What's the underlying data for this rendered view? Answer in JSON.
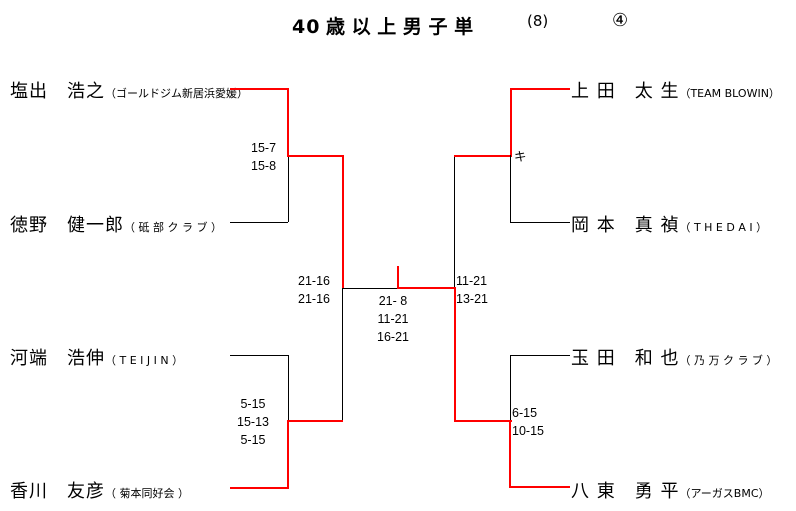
{
  "title": "40 歳 以 上 男 子 単",
  "draw_number": "(8)",
  "bracket_number": "④",
  "players": {
    "left": [
      {
        "name": "塩出　浩之",
        "club": "（ゴールドジム新居浜愛媛）"
      },
      {
        "name": "徳野　健一郎",
        "club": "（ 砥 部 ク ラ ブ ）"
      },
      {
        "name": "河端　浩伸",
        "club": "（ T E I J I N ）"
      },
      {
        "name": "香川　友彦",
        "club": "（ 菊本同好会 ）"
      }
    ],
    "right": [
      {
        "name": "上 田　太 生",
        "club": "（TEAM BLOWIN）"
      },
      {
        "name": "岡 本　真 禎",
        "club": "（ T H E  D A I ）"
      },
      {
        "name": "玉 田　和 也",
        "club": "（ 乃 万 ク ラ ブ ）"
      },
      {
        "name": "八 東　勇 平",
        "club": "（アーガスBMC）"
      }
    ]
  },
  "scores": {
    "left_top": [
      "15-7",
      "15-8"
    ],
    "left_bottom": [
      "5-15",
      "15-13",
      "5-15"
    ],
    "left_semi": [
      "21-16",
      "21-16"
    ],
    "right_top": "キ",
    "right_bottom": [
      "6-15",
      "10-15"
    ],
    "right_semi": [
      "11-21",
      "13-21"
    ],
    "final": [
      "21- 8",
      "11-21",
      "16-21"
    ]
  },
  "colors": {
    "winner_line": "#ff0000",
    "line": "#000000"
  }
}
